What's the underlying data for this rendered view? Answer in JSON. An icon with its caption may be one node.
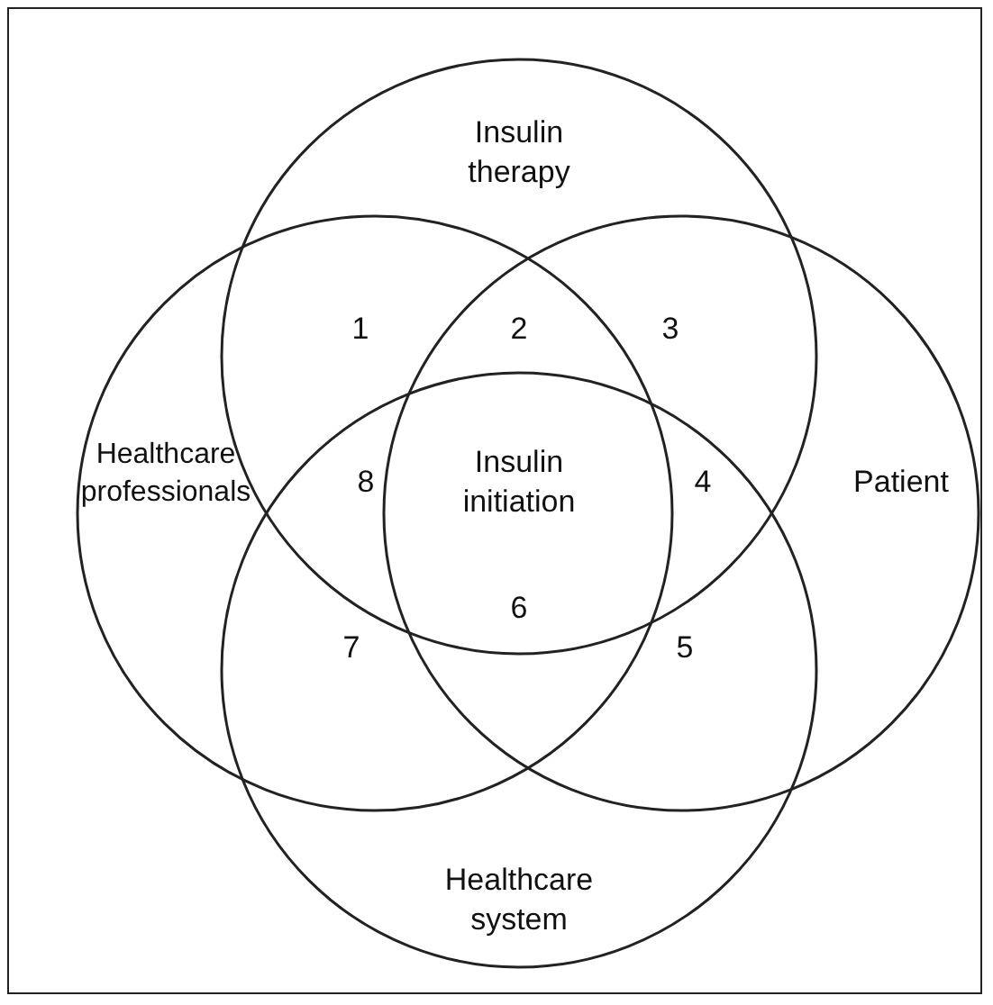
{
  "diagram": {
    "nodes": [
      {
        "text": [
          "Insulin therapy"
        ]
      },
      {
        "text": [
          "Healthcare professionals"
        ]
      },
      {
        "text": [
          "Patient"
        ]
      },
      {
        "text": [
          "Healthcare system"
        ]
      }
    ],
    "labels": [
      "1",
      "2",
      "3",
      "8",
      "Insulin initiation",
      "4",
      "7",
      "6",
      "5"
    ]
  }
}
